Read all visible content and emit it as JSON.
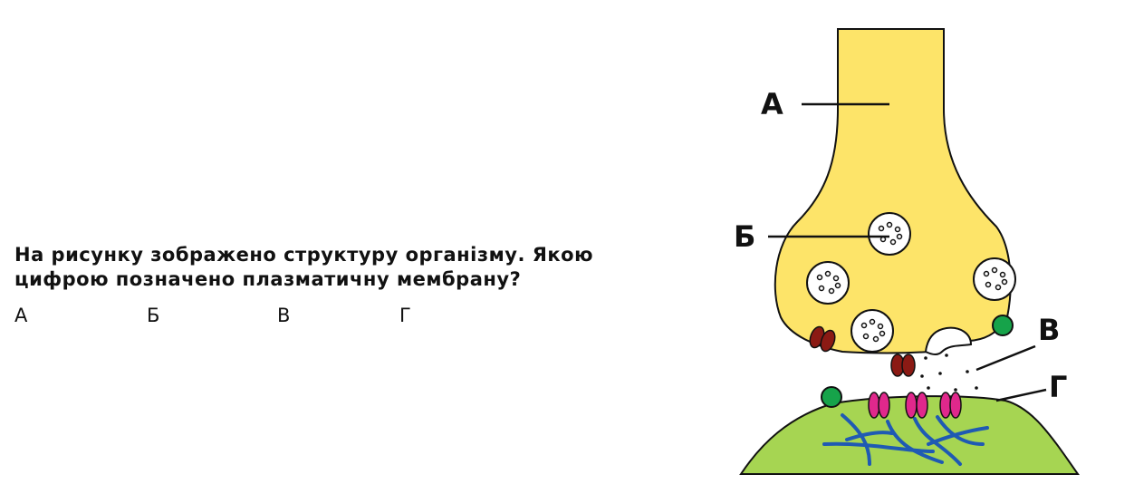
{
  "question": {
    "line1": "На рисунку зображено структуру організму. Якою",
    "line2": "цифрою позначено плазматичну  мембрану?"
  },
  "options": [
    "А",
    "Б",
    "В",
    "Г"
  ],
  "diagram": {
    "labels": [
      "А",
      "Б",
      "В",
      "Г"
    ],
    "colors": {
      "presynaptic": "#fde469",
      "postsynaptic": "#a6d552",
      "vesicle": "#ffffff",
      "channel_dark_red": "#8b1a14",
      "receptor_magenta": "#e0288c",
      "transporter_green": "#16a34a",
      "filaments_blue": "#1f5ab3",
      "outline": "#111111"
    }
  }
}
